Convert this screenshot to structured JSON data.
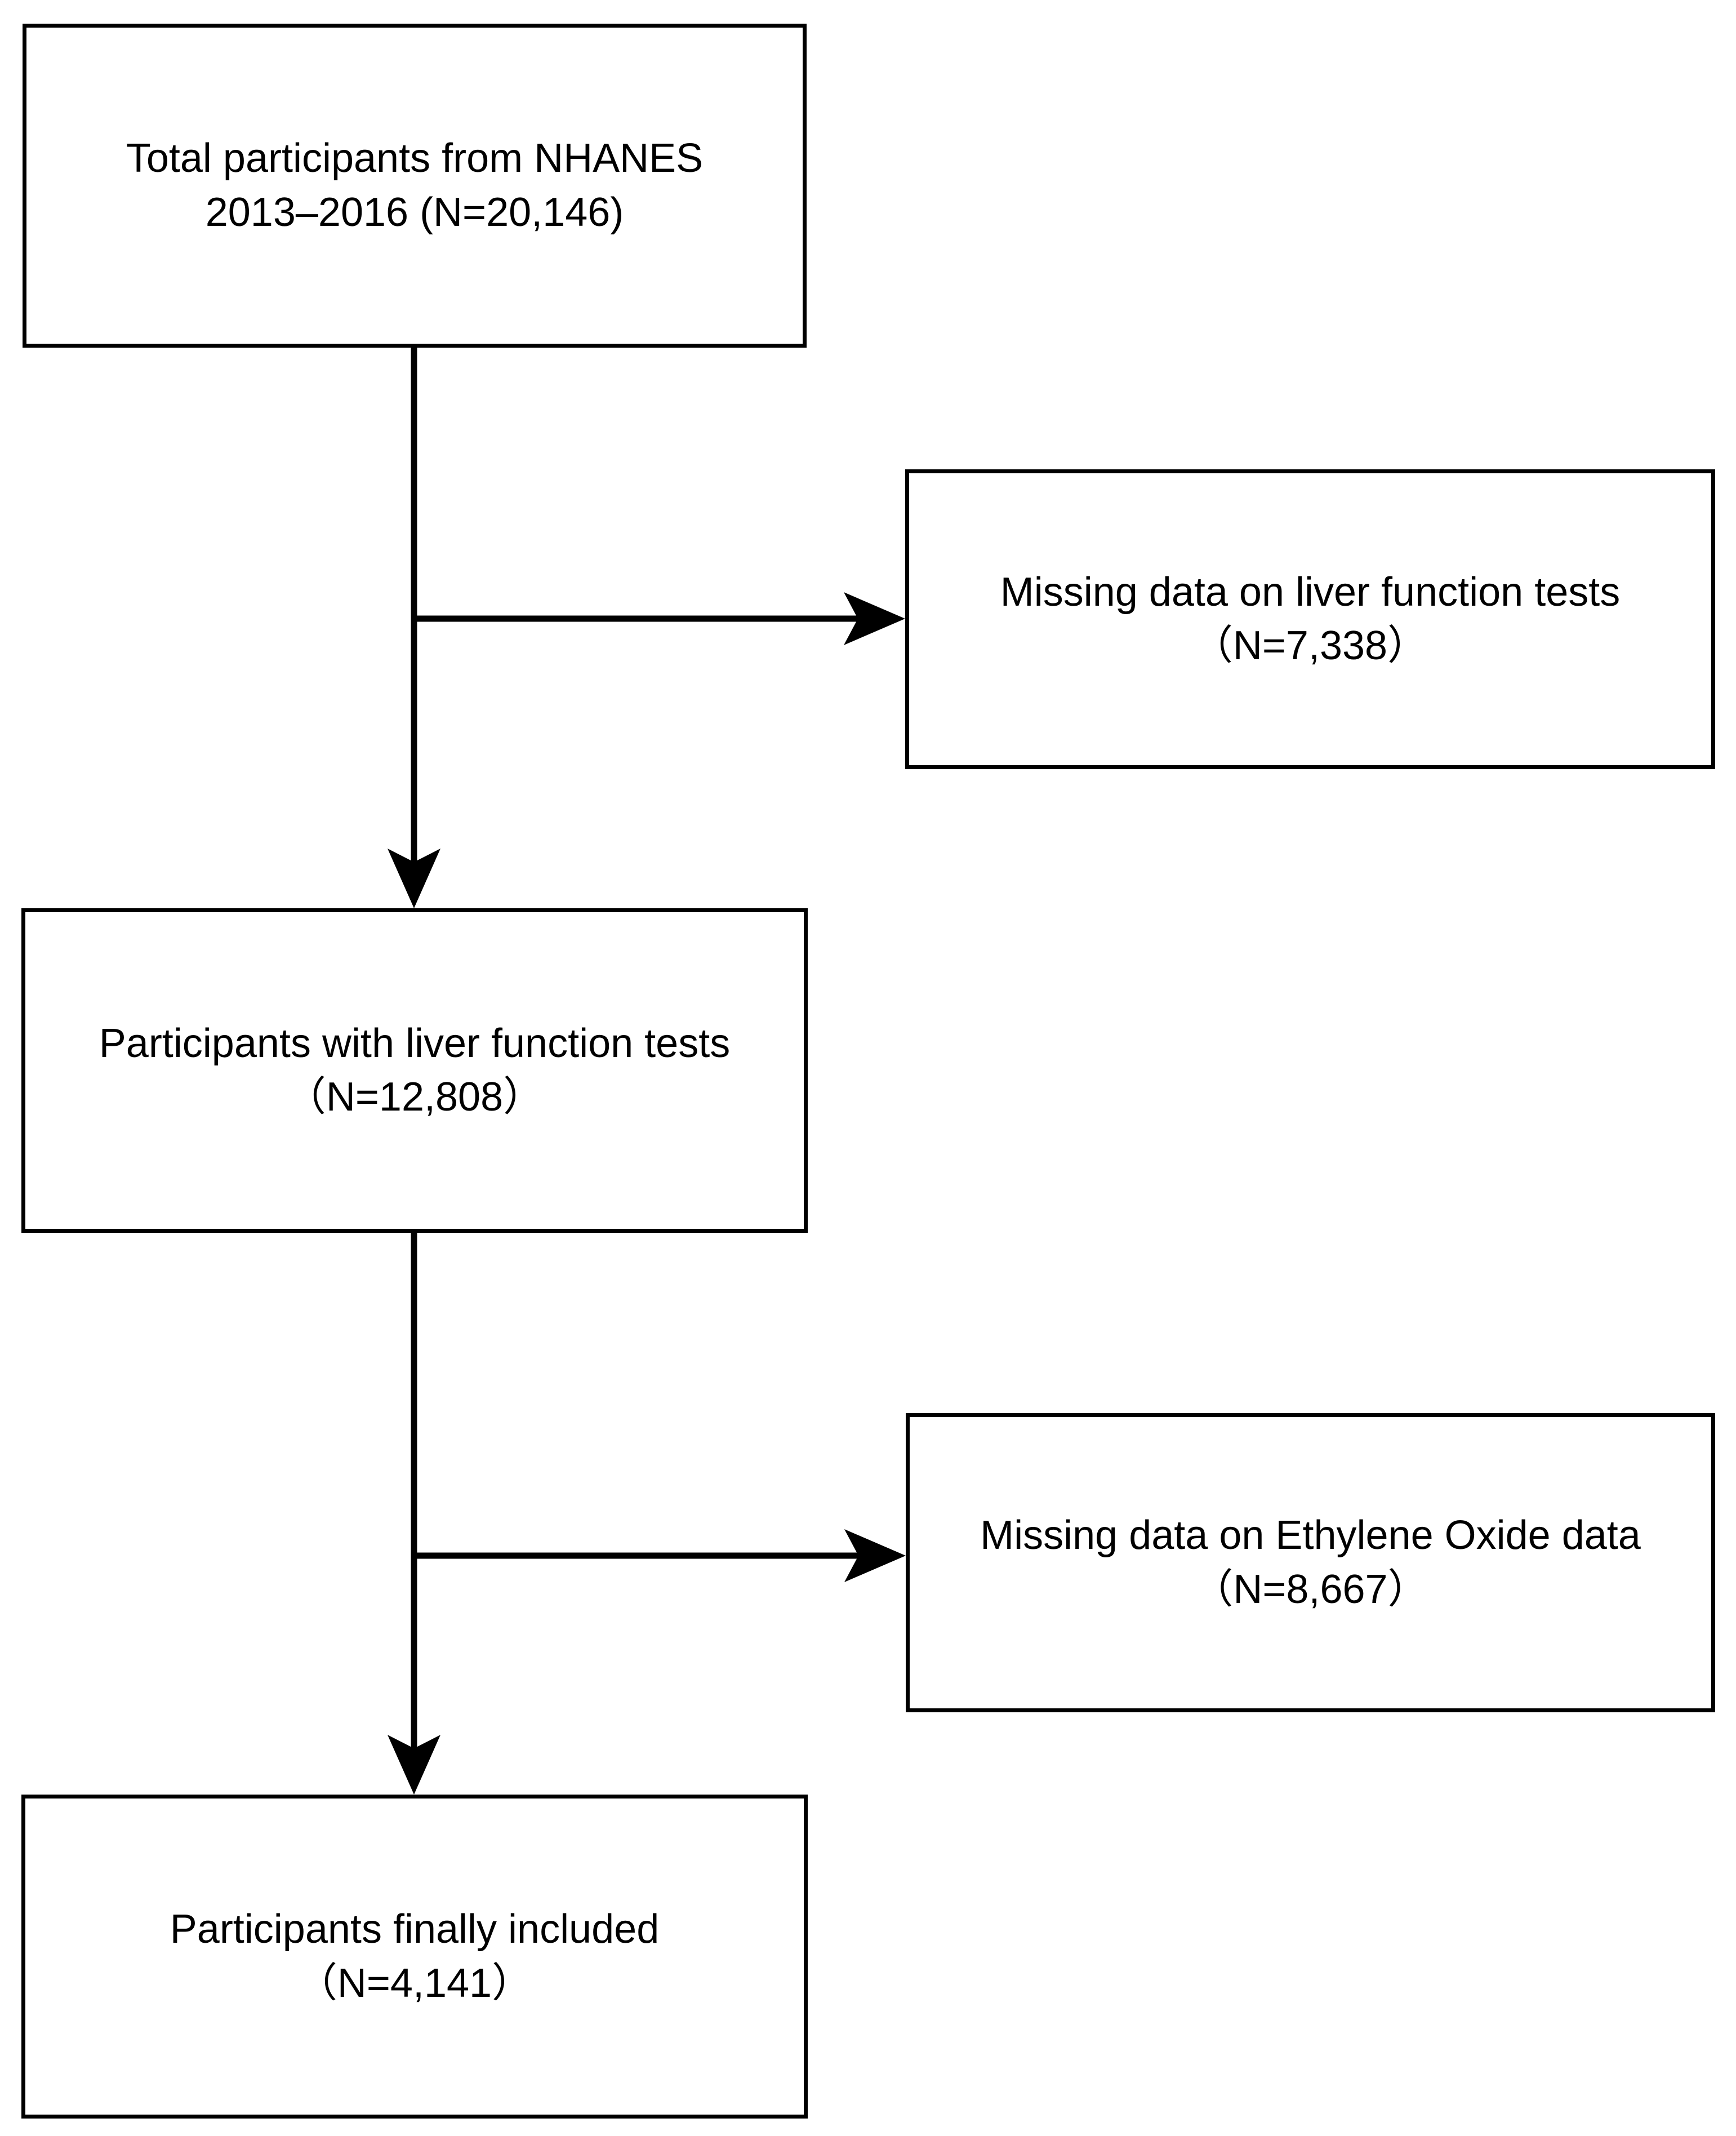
{
  "diagram": {
    "type": "flowchart",
    "orientation": "top-to-bottom",
    "background_color": "#ffffff",
    "line_color": "#000000",
    "text_color": "#000000",
    "nodes": [
      {
        "id": "total",
        "text": "Total participants from NHANES\n2013–2016 (N=20,146)",
        "line1": "Total participants from NHANES",
        "line2": "2013–2016 (N=20,146)",
        "count": "20,146",
        "role": "source-population"
      },
      {
        "id": "missing-lft",
        "text": "Missing data on liver function tests\n（N=7,338）",
        "line1": "Missing data on liver function tests",
        "line2": "（N=7,338）",
        "count": "7,338",
        "role": "exclusion"
      },
      {
        "id": "with-lft",
        "text": "Participants with liver function tests\n（N=12,808）",
        "line1": "Participants with liver function tests",
        "line2": "（N=12,808）",
        "count": "12,808",
        "role": "intermediate-population"
      },
      {
        "id": "missing-eo",
        "text": "Missing data on Ethylene Oxide data\n（N=8,667）",
        "line1": "Missing data on Ethylene Oxide data",
        "line2": "（N=8,667）",
        "count": "8,667",
        "role": "exclusion"
      },
      {
        "id": "included",
        "text": "Participants finally included\n（N=4,141）",
        "line1": "Participants finally included",
        "line2": "（N=4,141）",
        "count": "4,141",
        "role": "final-population"
      }
    ],
    "edges": [
      {
        "id": "edge-total-to-with-lft",
        "from": "total",
        "to": "with-lft",
        "kind": "vertical-arrow"
      },
      {
        "id": "edge-total-to-missing-lft",
        "from": "total",
        "to": "missing-lft",
        "kind": "horizontal-arrow"
      },
      {
        "id": "edge-with-lft-to-included",
        "from": "with-lft",
        "to": "included",
        "kind": "vertical-arrow"
      },
      {
        "id": "edge-with-lft-to-missing-eo",
        "from": "with-lft",
        "to": "missing-eo",
        "kind": "horizontal-arrow"
      }
    ]
  }
}
